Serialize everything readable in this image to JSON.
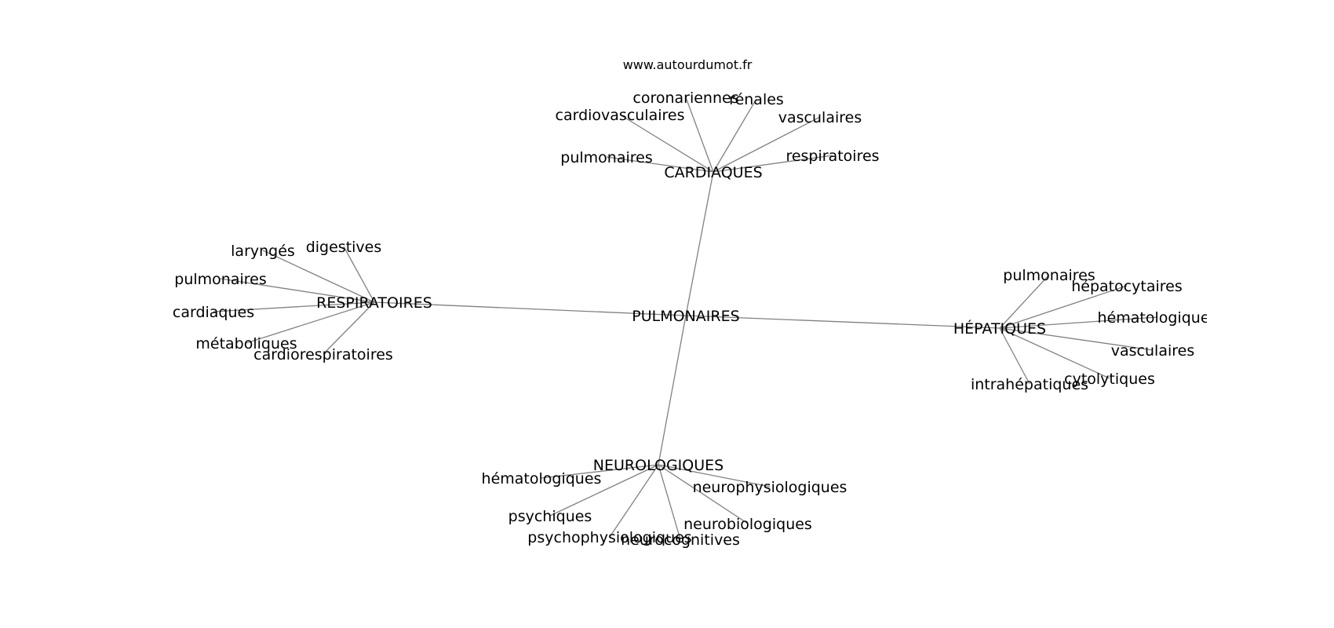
{
  "source": "www.autourdumot.fr",
  "graph": {
    "center": "PULMONAIRES",
    "hubs": [
      {
        "id": "cardiaques",
        "label": "CARDIAQUES",
        "leaves": [
          "coronariennes",
          "rénales",
          "cardiovasculaires",
          "vasculaires",
          "pulmonaires",
          "respiratoires"
        ]
      },
      {
        "id": "respiratoires",
        "label": "RESPIRATOIRES",
        "leaves": [
          "laryngés",
          "digestives",
          "pulmonaires",
          "cardiaques",
          "métaboliques",
          "cardiorespiratoires"
        ]
      },
      {
        "id": "hepatiques",
        "label": "HÉPATIQUES",
        "leaves": [
          "pulmonaires",
          "hépatocytaires",
          "hématologiques",
          "vasculaires",
          "cytolytiques",
          "intrahépatiques"
        ]
      },
      {
        "id": "neurologiques",
        "label": "NEUROLOGIQUES",
        "leaves": [
          "hématologiques",
          "neurophysiologiques",
          "psychiques",
          "neurobiologiques",
          "psychophysiologiques",
          "neurocognitives"
        ]
      }
    ]
  }
}
